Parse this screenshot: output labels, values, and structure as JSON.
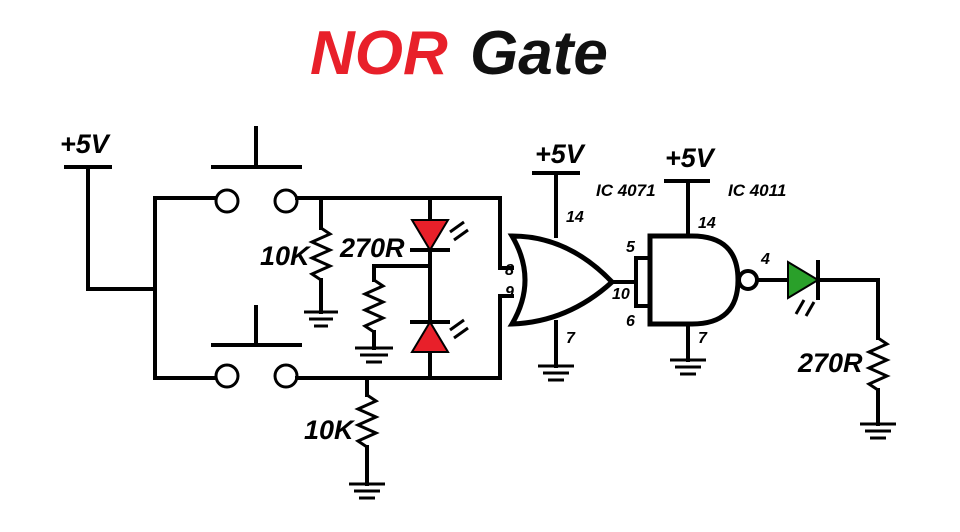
{
  "title": {
    "word1": "NOR",
    "word2": "Gate",
    "word1_color": "#e8202a",
    "word2_color": "#111111"
  },
  "supplies": {
    "left": "+5V",
    "or_gate": "+5V",
    "nand_gate": "+5V"
  },
  "resistors": {
    "pulldown_top": "10K",
    "pulldown_bottom": "10K",
    "indicator": "270R",
    "output": "270R"
  },
  "chips": {
    "or": "IC 4071",
    "nand": "IC 4011"
  },
  "pins": {
    "or_in_a": "8",
    "or_in_b": "9",
    "or_vdd": "14",
    "or_gnd": "7",
    "or_out": "10",
    "nand_in_a": "5",
    "nand_in_b": "6",
    "nand_vdd": "14",
    "nand_gnd": "7",
    "nand_out": "4"
  },
  "colors": {
    "input_led": "#e8202a",
    "output_led": "#2aa02a",
    "wire": "#000000"
  },
  "icons": [
    "push-button",
    "push-button",
    "resistor",
    "resistor",
    "resistor",
    "resistor",
    "led",
    "led",
    "led",
    "ground",
    "or-gate",
    "nand-gate"
  ]
}
